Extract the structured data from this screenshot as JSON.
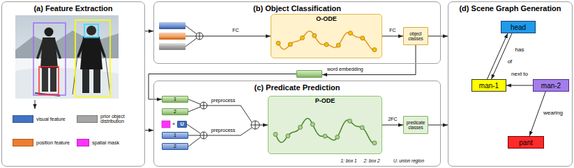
{
  "diagram": {
    "nodes": [
      {
        "text": [
          "(a) Feature Extraction"
        ]
      },
      {
        "text": [
          "(b) Object Classification"
        ]
      },
      {
        "text": [
          "O-ODE"
        ],
        "in": 1
      },
      {
        "text": [
          "object classes"
        ],
        "in": 1
      },
      {
        "text": [
          "word embedding"
        ]
      },
      {
        "text": [
          "(c) Predicate Prediction"
        ]
      },
      {
        "text": [
          "1"
        ],
        "in": 5
      },
      {
        "text": [
          "2"
        ],
        "in": 5
      },
      {
        "text": [
          "U"
        ],
        "in": 5
      },
      {
        "text": [
          "1"
        ],
        "in": 5
      },
      {
        "text": [
          "2"
        ],
        "in": 5
      },
      {
        "text": [
          "P-ODE"
        ],
        "in": 5
      },
      {
        "text": [
          "predicate classes"
        ],
        "in": 5
      },
      {
        "text": [
          "(d) Scene Graph Generation"
        ]
      },
      {
        "text": [
          "head"
        ],
        "in": 13
      },
      {
        "text": [
          "man-1"
        ],
        "in": 13
      },
      {
        "text": [
          "man-2"
        ],
        "in": 13
      },
      {
        "text": [
          "pant"
        ],
        "in": 13
      }
    ],
    "edges": [
      {
        "from": 0,
        "to": 1,
        "arrow": "to"
      },
      {
        "from": 0,
        "to": 5,
        "arrow": "to"
      },
      {
        "from": 2,
        "to": 3,
        "arrow": "to",
        "label": "FC"
      },
      {
        "from": 3,
        "to": 13,
        "arrow": "to"
      },
      {
        "from": 3,
        "to": 4,
        "arrow": "to"
      },
      {
        "from": 4,
        "to": 6,
        "arrow": "to"
      },
      {
        "from": 11,
        "to": 12,
        "arrow": "to",
        "label": "2FC"
      },
      {
        "from": 12,
        "to": 13,
        "arrow": "to"
      },
      {
        "from": 15,
        "to": 14,
        "arrow": "to",
        "label": "has"
      },
      {
        "from": 14,
        "to": 15,
        "arrow": "to",
        "label": "of"
      },
      {
        "from": 16,
        "to": 15,
        "arrow": "to",
        "label": "next to"
      },
      {
        "from": 16,
        "to": 17,
        "arrow": "to",
        "label": "wearing"
      }
    ],
    "labels": [
      "FC",
      "+",
      "preprocess",
      "preprocess",
      "1: box 1",
      "2: box 2",
      "U: union region"
    ],
    "legend": [
      {
        "text": "visual feature",
        "color": "#4472C4"
      },
      {
        "text": "prior object distribution",
        "color": "#A5A5A5"
      },
      {
        "text": "position feature",
        "color": "#ED7D31"
      },
      {
        "text": "spatial mask",
        "color": "#FF33FF"
      }
    ]
  }
}
